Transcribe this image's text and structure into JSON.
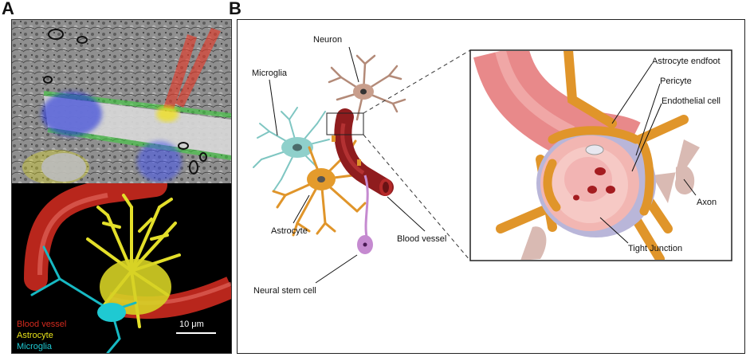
{
  "panels": {
    "a": {
      "letter": "A"
    },
    "b": {
      "letter": "B"
    }
  },
  "panel_a": {
    "legend": [
      {
        "label": "Blood vessel",
        "color": "#d42a1e"
      },
      {
        "label": "Astrocyte",
        "color": "#e8e21a"
      },
      {
        "label": "Microglia",
        "color": "#1fc9d2"
      }
    ],
    "scale_bar": "10 μm"
  },
  "panel_b": {
    "labels": {
      "neuron": "Neuron",
      "microglia": "Microglia",
      "astrocyte": "Astrocyte",
      "blood_vessel": "Blood vessel",
      "neural_stem_cell": "Neural stem cell",
      "astrocyte_endfoot": "Astrocyte endfoot",
      "pericyte": "Pericyte",
      "endothelial_cell": "Endothelial cell",
      "axon": "Axon",
      "tight_junction": "Tight Junction"
    }
  }
}
